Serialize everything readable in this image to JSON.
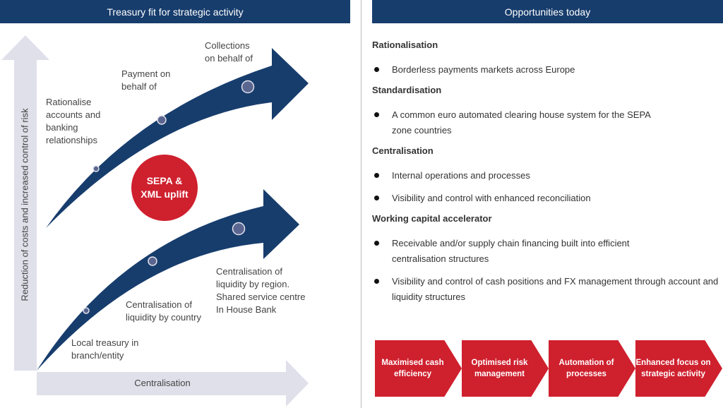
{
  "left": {
    "title": "Treasury fit for strategic activity",
    "y_axis_label": "Reduction of costs and increased control of risk",
    "x_axis_label": "Centralisation",
    "upper_arrow_stages": [
      "Rationalise accounts and banking relationships",
      "Payment on behalf of",
      "Collections on behalf of"
    ],
    "lower_arrow_stages": [
      "Local treasury in branch/entity",
      "Centralisation of liquidity by country",
      "Centralisation of liquidity by region. Shared service centre In House Bank"
    ],
    "center_badge": "SEPA & XML uplift"
  },
  "right": {
    "title": "Opportunities today",
    "sections": [
      {
        "heading": "Rationalisation",
        "bullets": [
          "Borderless payments markets across Europe"
        ]
      },
      {
        "heading": "Standardisation",
        "bullets": [
          "A common euro automated clearing house system for the SEPA zone countries"
        ]
      },
      {
        "heading": "Centralisation",
        "bullets": [
          "Internal operations and processes",
          "Visibility and control with enhanced reconciliation"
        ]
      },
      {
        "heading": "Working capital accelerator",
        "bullets": [
          "Receivable and/or supply chain financing built into efficient centralisation structures",
          "Visibility and control of cash positions and FX management through account and liquidity structures"
        ]
      }
    ],
    "outcomes": [
      "Maximised cash efficiency",
      "Optimised risk management",
      "Automation of processes",
      "Enhanced focus on strategic activity"
    ]
  },
  "colors": {
    "navy": "#173d6d",
    "red": "#cf202e",
    "axis_grey": "#dfe0ea"
  }
}
